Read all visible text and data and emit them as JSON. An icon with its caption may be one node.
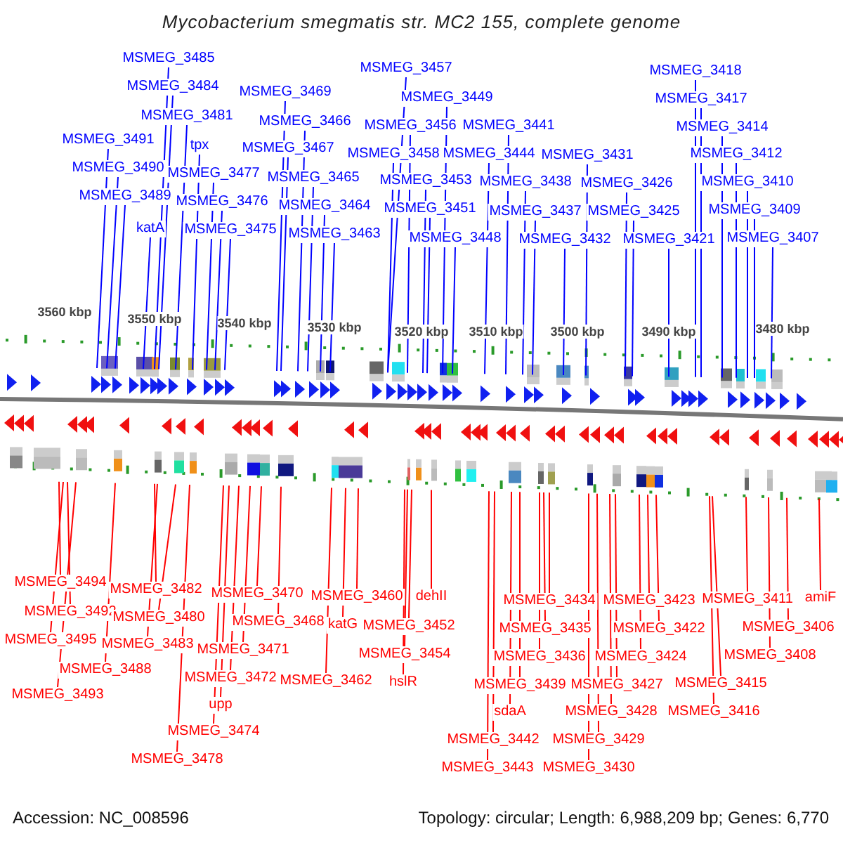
{
  "diagram": {
    "title": "Mycobacterium smegmatis str. MC2 155, complete genome",
    "nodes": [
      {
        "text": [
          "MSMEG_3485"
        ]
      },
      {
        "text": [
          "MSMEG_3484"
        ]
      },
      {
        "text": [
          "MSMEG_3481"
        ]
      },
      {
        "text": [
          "MSMEG_3491"
        ]
      },
      {
        "text": [
          "tpx"
        ]
      },
      {
        "text": [
          "MSMEG_3490"
        ]
      },
      {
        "text": [
          "MSMEG_3477"
        ]
      },
      {
        "text": [
          "MSMEG_3489"
        ]
      },
      {
        "text": [
          "MSMEG_3476"
        ]
      },
      {
        "text": [
          "katA"
        ]
      },
      {
        "text": [
          "MSMEG_3475"
        ]
      },
      {
        "text": [
          "MSMEG_3469"
        ]
      },
      {
        "text": [
          "MSMEG_3466"
        ]
      },
      {
        "text": [
          "MSMEG_3467"
        ]
      },
      {
        "text": [
          "MSMEG_3465"
        ]
      },
      {
        "text": [
          "MSMEG_3464"
        ]
      },
      {
        "text": [
          "MSMEG_3463"
        ]
      },
      {
        "text": [
          "MSMEG_3457"
        ]
      },
      {
        "text": [
          "MSMEG_3449"
        ]
      },
      {
        "text": [
          "MSMEG_3456"
        ]
      },
      {
        "text": [
          "MSMEG_3458"
        ]
      },
      {
        "text": [
          "MSMEG_3453"
        ]
      },
      {
        "text": [
          "MSMEG_3451"
        ]
      },
      {
        "text": [
          "MSMEG_3448"
        ]
      },
      {
        "text": [
          "MSMEG_3441"
        ]
      },
      {
        "text": [
          "MSMEG_3444"
        ]
      },
      {
        "text": [
          "MSMEG_3438"
        ]
      },
      {
        "text": [
          "MSMEG_3437"
        ]
      },
      {
        "text": [
          "MSMEG_3432"
        ]
      },
      {
        "text": [
          "MSMEG_3431"
        ]
      },
      {
        "text": [
          "MSMEG_3426"
        ]
      },
      {
        "text": [
          "MSMEG_3425"
        ]
      },
      {
        "text": [
          "MSMEG_3421"
        ]
      },
      {
        "text": [
          "MSMEG_3418"
        ]
      },
      {
        "text": [
          "MSMEG_3417"
        ]
      },
      {
        "text": [
          "MSMEG_3414"
        ]
      },
      {
        "text": [
          "MSMEG_3412"
        ]
      },
      {
        "text": [
          "MSMEG_3410"
        ]
      },
      {
        "text": [
          "MSMEG_3409"
        ]
      },
      {
        "text": [
          "MSMEG_3407"
        ]
      },
      {
        "text": [
          "MSMEG_3494"
        ]
      },
      {
        "text": [
          "MSMEG_3492"
        ]
      },
      {
        "text": [
          "MSMEG_3495"
        ]
      },
      {
        "text": [
          "MSMEG_3488"
        ]
      },
      {
        "text": [
          "MSMEG_3493"
        ]
      },
      {
        "text": [
          "MSMEG_3482"
        ]
      },
      {
        "text": [
          "MSMEG_3480"
        ]
      },
      {
        "text": [
          "MSMEG_3483"
        ]
      },
      {
        "text": [
          "MSMEG_3478"
        ]
      },
      {
        "text": [
          "MSMEG_3470"
        ]
      },
      {
        "text": [
          "MSMEG_3468"
        ]
      },
      {
        "text": [
          "MSMEG_3471"
        ]
      },
      {
        "text": [
          "MSMEG_3472"
        ]
      },
      {
        "text": [
          "upp"
        ]
      },
      {
        "text": [
          "MSMEG_3474"
        ]
      },
      {
        "text": [
          "MSMEG_3460"
        ]
      },
      {
        "text": [
          "katG"
        ]
      },
      {
        "text": [
          "MSMEG_3462"
        ]
      },
      {
        "text": [
          "dehII"
        ]
      },
      {
        "text": [
          "MSMEG_3452"
        ]
      },
      {
        "text": [
          "MSMEG_3454"
        ]
      },
      {
        "text": [
          "hslR"
        ]
      },
      {
        "text": [
          "MSMEG_3434"
        ]
      },
      {
        "text": [
          "MSMEG_3435"
        ]
      },
      {
        "text": [
          "MSMEG_3436"
        ]
      },
      {
        "text": [
          "MSMEG_3439"
        ]
      },
      {
        "text": [
          "sdaA"
        ]
      },
      {
        "text": [
          "MSMEG_3442"
        ]
      },
      {
        "text": [
          "MSMEG_3443"
        ]
      },
      {
        "text": [
          "MSMEG_3423"
        ]
      },
      {
        "text": [
          "MSMEG_3422"
        ]
      },
      {
        "text": [
          "MSMEG_3424"
        ]
      },
      {
        "text": [
          "MSMEG_3427"
        ]
      },
      {
        "text": [
          "MSMEG_3428"
        ]
      },
      {
        "text": [
          "MSMEG_3429"
        ]
      },
      {
        "text": [
          "MSMEG_3430"
        ]
      },
      {
        "text": [
          "MSMEG_3411"
        ]
      },
      {
        "text": [
          "amiF"
        ]
      },
      {
        "text": [
          "MSMEG_3406"
        ]
      },
      {
        "text": [
          "MSMEG_3408"
        ]
      },
      {
        "text": [
          "MSMEG_3415"
        ]
      },
      {
        "text": [
          "MSMEG_3416"
        ]
      }
    ],
    "edges": [
      {
        "from": 0,
        "to": null,
        "arrow": "none",
        "color": "#0000ff"
      },
      {
        "from": 1,
        "to": null,
        "arrow": "none",
        "color": "#0000ff"
      },
      {
        "from": 2,
        "to": null,
        "arrow": "none",
        "color": "#0000ff"
      },
      {
        "from": 3,
        "to": null,
        "arrow": "none",
        "color": "#0000ff"
      },
      {
        "from": 4,
        "to": null,
        "arrow": "none",
        "color": "#0000ff"
      },
      {
        "from": 5,
        "to": null,
        "arrow": "none",
        "color": "#0000ff"
      },
      {
        "from": 6,
        "to": null,
        "arrow": "none",
        "color": "#0000ff"
      },
      {
        "from": 7,
        "to": null,
        "arrow": "none",
        "color": "#0000ff"
      },
      {
        "from": 8,
        "to": null,
        "arrow": "none",
        "color": "#0000ff"
      },
      {
        "from": 9,
        "to": null,
        "arrow": "none",
        "color": "#0000ff"
      },
      {
        "from": 10,
        "to": null,
        "arrow": "none",
        "color": "#0000ff"
      },
      {
        "from": 11,
        "to": null,
        "arrow": "none",
        "color": "#0000ff"
      },
      {
        "from": 12,
        "to": null,
        "arrow": "none",
        "color": "#0000ff"
      },
      {
        "from": 13,
        "to": null,
        "arrow": "none",
        "color": "#0000ff"
      },
      {
        "from": 14,
        "to": null,
        "arrow": "none",
        "color": "#0000ff"
      },
      {
        "from": 15,
        "to": null,
        "arrow": "none",
        "color": "#0000ff"
      },
      {
        "from": 16,
        "to": null,
        "arrow": "none",
        "color": "#0000ff"
      },
      {
        "from": 17,
        "to": null,
        "arrow": "none",
        "color": "#0000ff"
      },
      {
        "from": 18,
        "to": null,
        "arrow": "none",
        "color": "#0000ff"
      },
      {
        "from": 19,
        "to": null,
        "arrow": "none",
        "color": "#0000ff"
      },
      {
        "from": 20,
        "to": null,
        "arrow": "none",
        "color": "#0000ff"
      },
      {
        "from": 21,
        "to": null,
        "arrow": "none",
        "color": "#0000ff"
      },
      {
        "from": 22,
        "to": null,
        "arrow": "none",
        "color": "#0000ff"
      },
      {
        "from": 23,
        "to": null,
        "arrow": "none",
        "color": "#0000ff"
      },
      {
        "from": 24,
        "to": null,
        "arrow": "none",
        "color": "#0000ff"
      },
      {
        "from": 25,
        "to": null,
        "arrow": "none",
        "color": "#0000ff"
      },
      {
        "from": 26,
        "to": null,
        "arrow": "none",
        "color": "#0000ff"
      },
      {
        "from": 27,
        "to": null,
        "arrow": "none",
        "color": "#0000ff"
      },
      {
        "from": 28,
        "to": null,
        "arrow": "none",
        "color": "#0000ff"
      },
      {
        "from": 29,
        "to": null,
        "arrow": "none",
        "color": "#0000ff"
      },
      {
        "from": 30,
        "to": null,
        "arrow": "none",
        "color": "#0000ff"
      },
      {
        "from": 31,
        "to": null,
        "arrow": "none",
        "color": "#0000ff"
      },
      {
        "from": 32,
        "to": null,
        "arrow": "none",
        "color": "#0000ff"
      },
      {
        "from": 33,
        "to": null,
        "arrow": "none",
        "color": "#0000ff"
      },
      {
        "from": 34,
        "to": null,
        "arrow": "none",
        "color": "#0000ff"
      },
      {
        "from": 35,
        "to": null,
        "arrow": "none",
        "color": "#0000ff"
      },
      {
        "from": 36,
        "to": null,
        "arrow": "none",
        "color": "#0000ff"
      },
      {
        "from": 37,
        "to": null,
        "arrow": "none",
        "color": "#0000ff"
      },
      {
        "from": 38,
        "to": null,
        "arrow": "none",
        "color": "#0000ff"
      },
      {
        "from": 39,
        "to": null,
        "arrow": "none",
        "color": "#0000ff"
      },
      {
        "from": 40,
        "to": null,
        "arrow": "none"
      },
      {
        "from": 41,
        "to": null,
        "arrow": "none"
      },
      {
        "from": 42,
        "to": null,
        "arrow": "none"
      },
      {
        "from": 43,
        "to": null,
        "arrow": "none"
      },
      {
        "from": 44,
        "to": null,
        "arrow": "none"
      },
      {
        "from": 45,
        "to": null,
        "arrow": "none"
      },
      {
        "from": 46,
        "to": null,
        "arrow": "none"
      },
      {
        "from": 47,
        "to": null,
        "arrow": "none"
      },
      {
        "from": 48,
        "to": null,
        "arrow": "none"
      },
      {
        "from": 49,
        "to": null,
        "arrow": "none"
      },
      {
        "from": 50,
        "to": null,
        "arrow": "none"
      },
      {
        "from": 51,
        "to": null,
        "arrow": "none"
      },
      {
        "from": 52,
        "to": null,
        "arrow": "none"
      },
      {
        "from": 53,
        "to": null,
        "arrow": "none"
      },
      {
        "from": 54,
        "to": null,
        "arrow": "none"
      },
      {
        "from": 55,
        "to": null,
        "arrow": "none"
      },
      {
        "from": 56,
        "to": null,
        "arrow": "none"
      },
      {
        "from": 57,
        "to": null,
        "arrow": "none"
      },
      {
        "from": 58,
        "to": null,
        "arrow": "none"
      },
      {
        "from": 59,
        "to": null,
        "arrow": "none"
      },
      {
        "from": 60,
        "to": null,
        "arrow": "none"
      },
      {
        "from": 61,
        "to": null,
        "arrow": "none"
      },
      {
        "from": 62,
        "to": null,
        "arrow": "none"
      },
      {
        "from": 63,
        "to": null,
        "arrow": "none"
      },
      {
        "from": 64,
        "to": null,
        "arrow": "none"
      },
      {
        "from": 65,
        "to": null,
        "arrow": "none"
      },
      {
        "from": 66,
        "to": null,
        "arrow": "none"
      },
      {
        "from": 67,
        "to": null,
        "arrow": "none"
      },
      {
        "from": 68,
        "to": null,
        "arrow": "none"
      },
      {
        "from": 69,
        "to": null,
        "arrow": "none"
      },
      {
        "from": 70,
        "to": null,
        "arrow": "none"
      },
      {
        "from": 71,
        "to": null,
        "arrow": "none"
      },
      {
        "from": 72,
        "to": null,
        "arrow": "none"
      },
      {
        "from": 73,
        "to": null,
        "arrow": "none"
      },
      {
        "from": 74,
        "to": null,
        "arrow": "none"
      },
      {
        "from": 75,
        "to": null,
        "arrow": "none"
      },
      {
        "from": 76,
        "to": null,
        "arrow": "none"
      },
      {
        "from": 77,
        "to": null,
        "arrow": "none"
      },
      {
        "from": 78,
        "to": null,
        "arrow": "none"
      },
      {
        "from": 79,
        "to": null,
        "arrow": "none"
      },
      {
        "from": 80,
        "to": null,
        "arrow": "none"
      },
      {
        "from": 81,
        "to": null,
        "arrow": "none"
      }
    ],
    "labels": [
      "3560 kbp",
      "3550 kbp",
      "3540 kbp",
      "3530 kbp",
      "3520 kbp",
      "3510 kbp",
      "3500 kbp",
      "3490 kbp",
      "3480 kbp",
      "Accession: NC_008596",
      "Topology: circular; Length: 6,988,209 bp; Genes: 6,770"
    ]
  }
}
